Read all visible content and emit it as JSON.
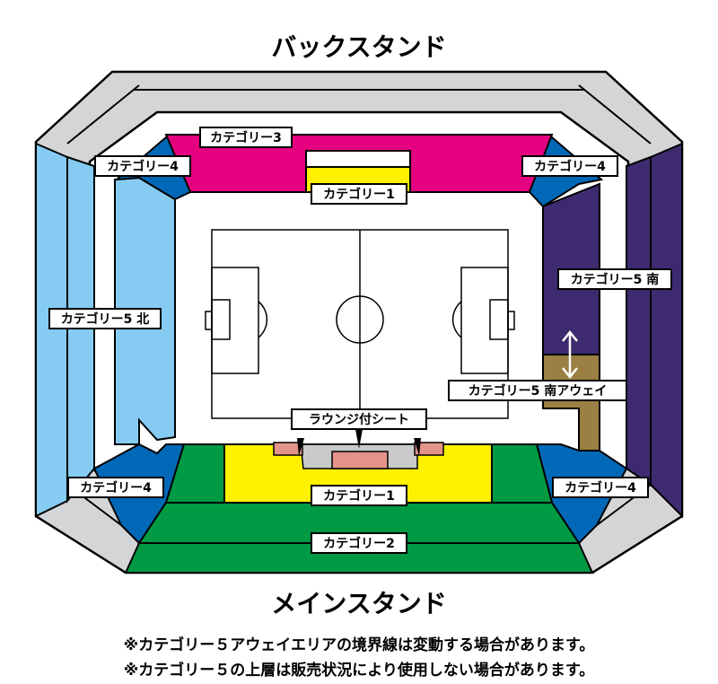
{
  "colors": {
    "outer_ring": "#d4d5d6",
    "category_1": "#fff100",
    "category_2": "#009944",
    "category_3": "#e4007f",
    "category_4": "#0068b7",
    "category_5_north": "#86ccf2",
    "category_5_south": "#3e2b6f",
    "away_area": "#9b7f43",
    "lounge": "#e39389",
    "lounge_frame": "#c9caca"
  },
  "titles": {
    "back_stand": "バックスタンド",
    "main_stand": "メインスタンド"
  },
  "labels": {
    "cat3_back": "カテゴリー3",
    "cat4_back_left": "カテゴリー4",
    "cat4_back_right": "カテゴリー4",
    "cat1_back": "カテゴリー1",
    "cat5_north": "カテゴリー5 北",
    "cat5_south": "カテゴリー5 南",
    "cat5_south_away": "カテゴリー5 南アウェイ",
    "lounge_seat": "ラウンジ付シート",
    "cat4_main_left": "カテゴリー4",
    "cat4_main_right": "カテゴリー4",
    "cat1_main": "カテゴリー1",
    "cat2_main": "カテゴリー2"
  },
  "icons": {
    "away_boundary": "double-arrow-vertical-icon"
  },
  "notes": [
    "※カテゴリー５アウェイエリアの境界線は変動する場合があります。",
    "※カテゴリー５の上層は販売状況により使用しない場合があります。"
  ]
}
